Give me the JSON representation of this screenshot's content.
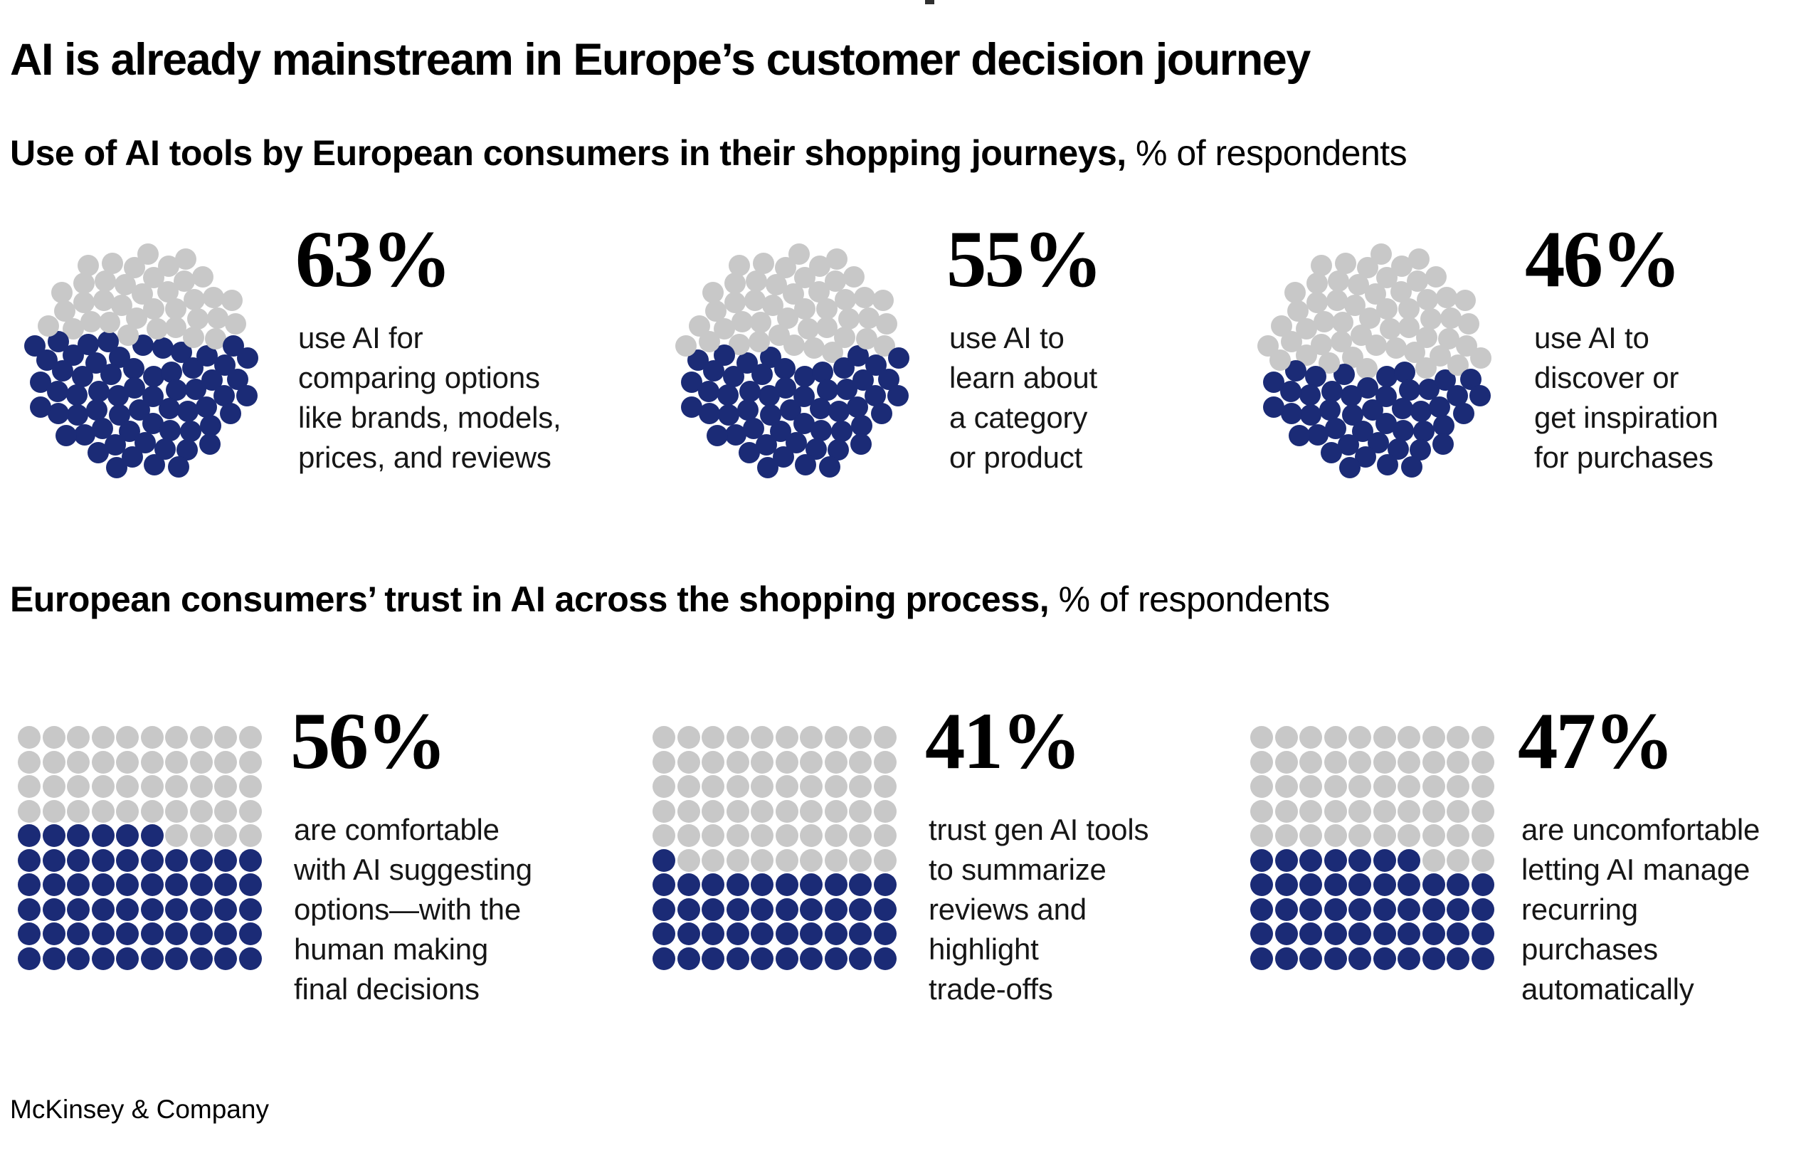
{
  "title": "AI is already mainstream in Europe’s customer decision journey",
  "colors": {
    "filled": "#1b2b76",
    "empty": "#c8c8c8",
    "text": "#000000"
  },
  "sections": [
    {
      "heading_bold": "Use of AI tools by European consumers in their shopping journeys,",
      "heading_unit": " % of respondents",
      "viz_type": "circle",
      "dots_total": 100,
      "stats": [
        {
          "value": 63,
          "percent_label": "63%",
          "description": "use AI for\ncomparing options\nlike brands, models,\nprices, and reviews"
        },
        {
          "value": 55,
          "percent_label": "55%",
          "description": "use AI to\nlearn about\na category\nor product"
        },
        {
          "value": 46,
          "percent_label": "46%",
          "description": "use AI to\ndiscover or\nget inspiration\nfor purchases"
        }
      ]
    },
    {
      "heading_bold": "European consumers’ trust in AI across the shopping process,",
      "heading_unit": " % of respondents",
      "viz_type": "grid",
      "dots_total": 100,
      "stats": [
        {
          "value": 56,
          "percent_label": "56%",
          "description": "are comfortable\nwith AI suggesting\noptions—with the\nhuman making\nfinal decisions"
        },
        {
          "value": 41,
          "percent_label": "41%",
          "description": "trust gen AI tools\nto summarize\nreviews and\nhighlight\ntrade-offs"
        },
        {
          "value": 47,
          "percent_label": "47%",
          "description": "are uncomfortable\nletting AI manage\nrecurring\npurchases\nautomatically"
        }
      ]
    }
  ],
  "footer": {
    "brand": "McKinsey & Company"
  },
  "chart_data": [
    {
      "type": "pictograph",
      "subtype": "circle-dot-matrix",
      "title": "Use of AI tools by European consumers in their shopping journeys",
      "unit": "% of respondents",
      "dots_per_chart": 100,
      "categories": [
        "use AI for comparing options like brands, models, prices, and reviews",
        "use AI to learn about a category or product",
        "use AI to discover or get inspiration for purchases"
      ],
      "values": [
        63,
        55,
        46
      ],
      "filled_color": "#1b2b76",
      "empty_color": "#c8c8c8"
    },
    {
      "type": "pictograph",
      "subtype": "square-dot-matrix-10x10",
      "title": "European consumers’ trust in AI across the shopping process",
      "unit": "% of respondents",
      "dots_per_chart": 100,
      "categories": [
        "are comfortable with AI suggesting options—with the human making final decisions",
        "trust gen AI tools to summarize reviews and highlight trade-offs",
        "are uncomfortable letting AI manage recurring purchases automatically"
      ],
      "values": [
        56,
        41,
        47
      ],
      "filled_color": "#1b2b76",
      "empty_color": "#c8c8c8"
    }
  ]
}
